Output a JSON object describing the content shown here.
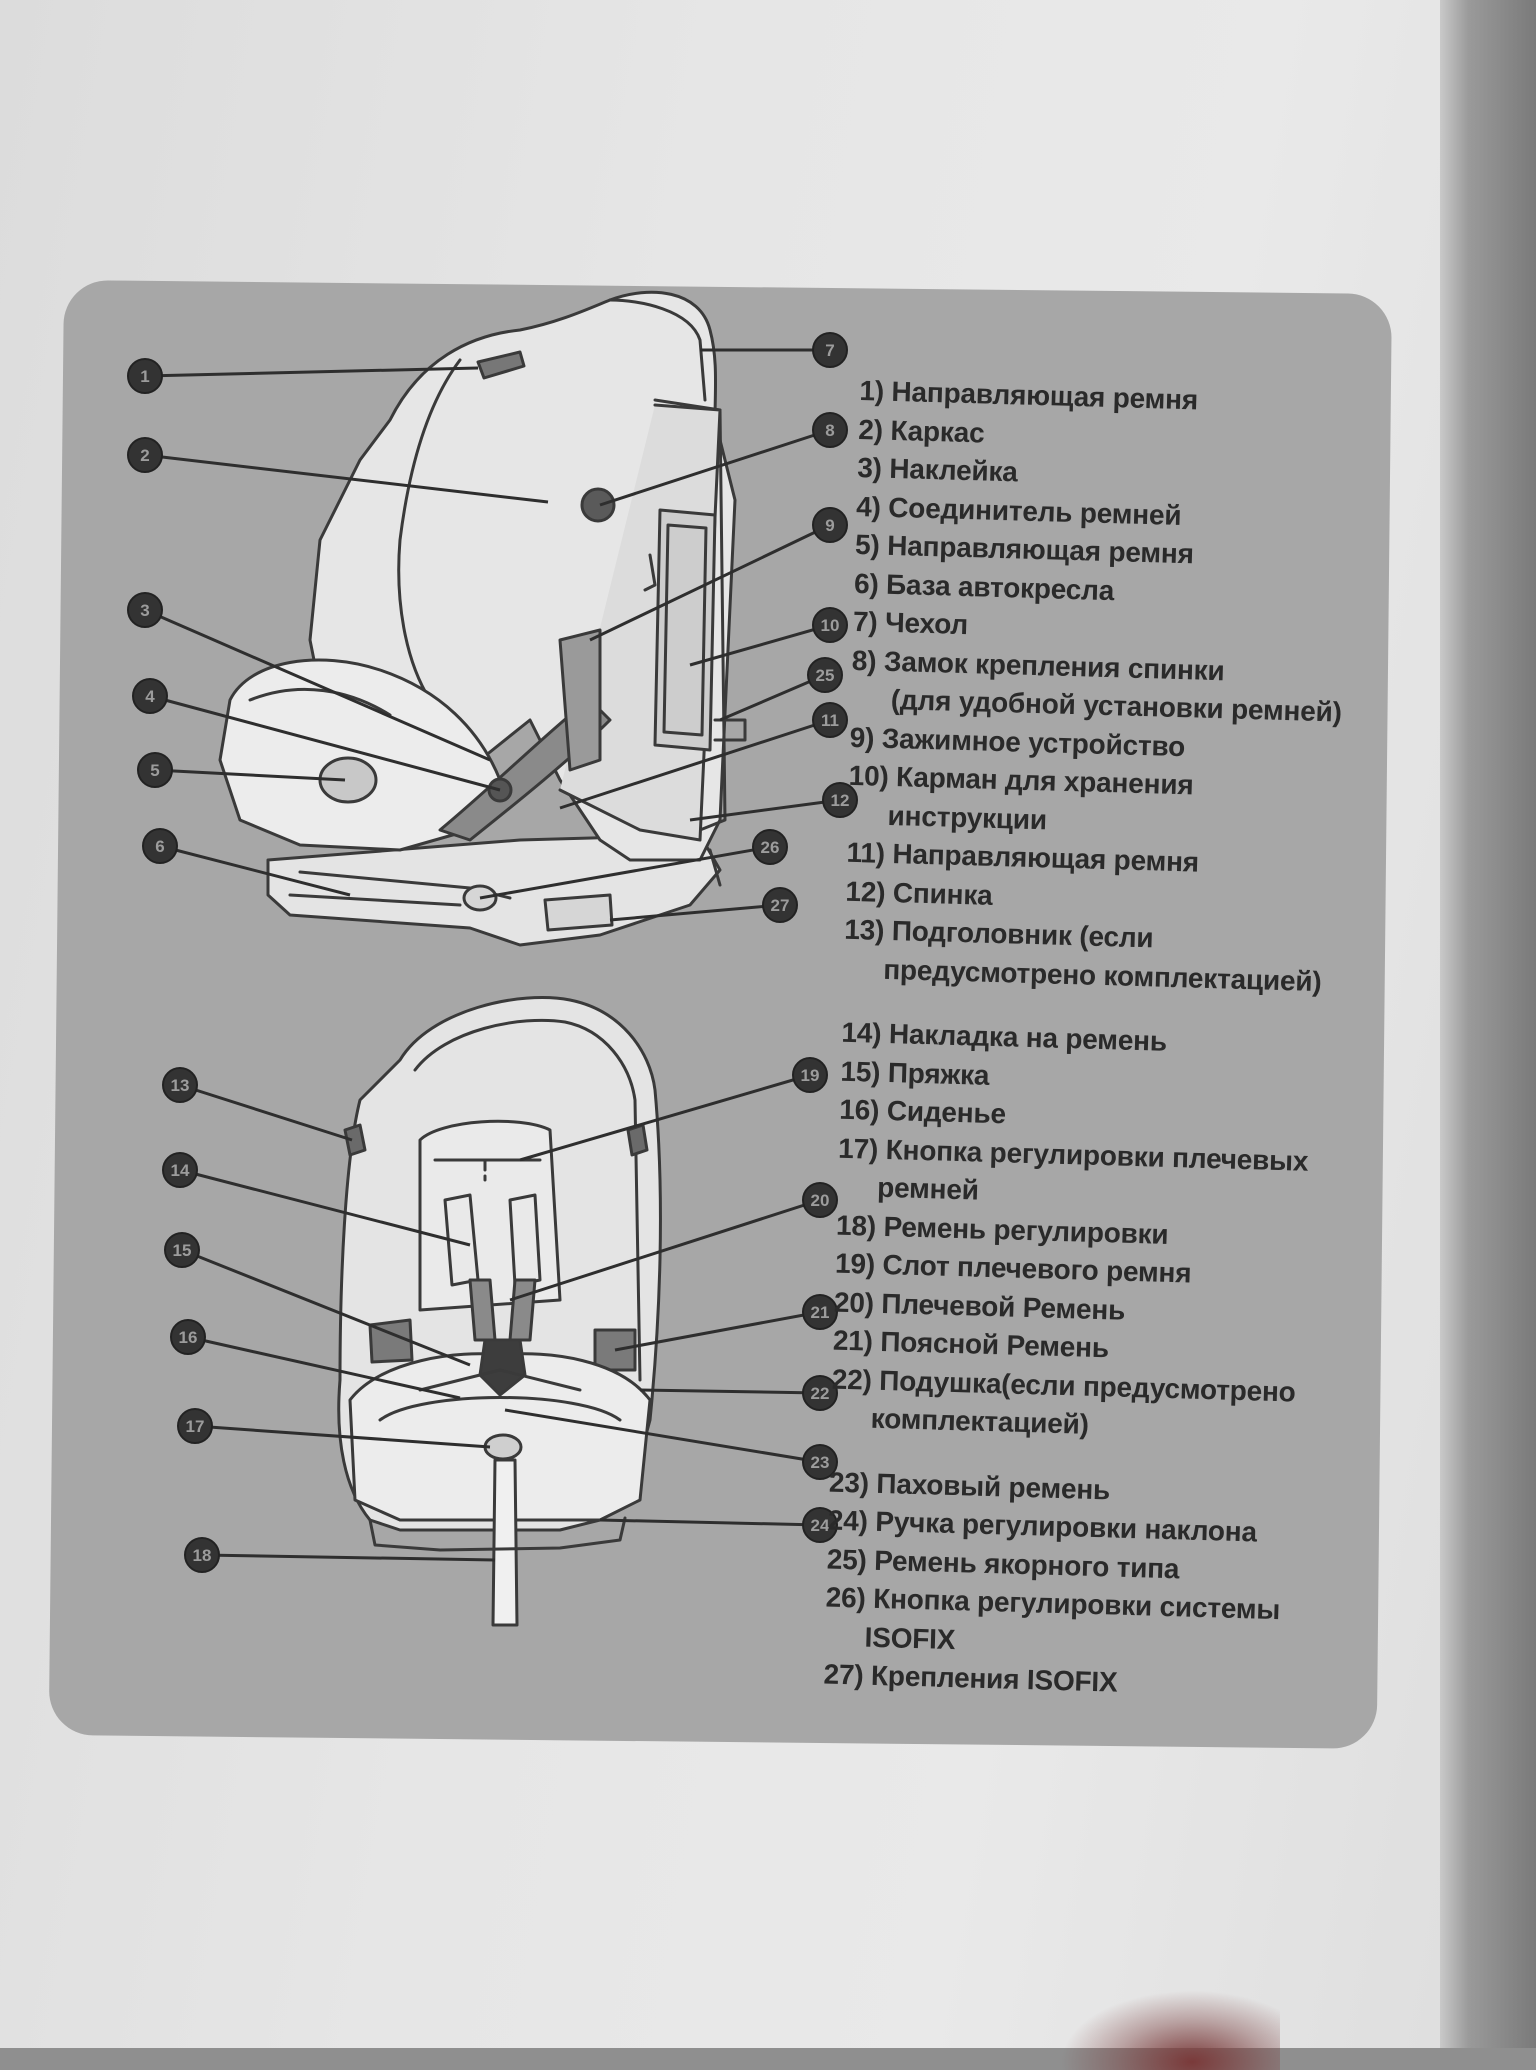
{
  "figure": {
    "callouts_top": [
      "1",
      "2",
      "3",
      "4",
      "5",
      "6",
      "7",
      "8",
      "9",
      "10",
      "25",
      "11",
      "12",
      "26",
      "27"
    ],
    "callouts_bottom": [
      "13",
      "14",
      "15",
      "16",
      "17",
      "18",
      "19",
      "20",
      "21",
      "22",
      "23",
      "24"
    ]
  },
  "legend": {
    "items": [
      {
        "line": "1) Направляющая ремня"
      },
      {
        "line": "2) Каркас"
      },
      {
        "line": "3) Наклейка"
      },
      {
        "line": "4) Соединитель ремней"
      },
      {
        "line": "5) Направляющая ремня"
      },
      {
        "line": "6) База автокресла"
      },
      {
        "line": "7) Чехол"
      },
      {
        "line": "8) Замок крепления спинки",
        "cont": "(для удобной установки ремней)"
      },
      {
        "line": "9) Зажимное устройство"
      },
      {
        "line": "10) Карман для хранения",
        "cont": "инструкции"
      },
      {
        "line": "11) Направляющая ремня"
      },
      {
        "line": "12) Спинка"
      },
      {
        "line": "13) Подголовник (если",
        "cont": "предусмотрено комплектацией)"
      },
      {
        "line": "14) Накладка на ремень"
      },
      {
        "line": "15) Пряжка"
      },
      {
        "line": "16) Сиденье"
      },
      {
        "line": "17) Кнопка регулировки плечевых",
        "cont": "ремней"
      },
      {
        "line": "18) Ремень регулировки"
      },
      {
        "line": "19) Слот плечевого ремня"
      },
      {
        "line": "20) Плечевой Ремень"
      },
      {
        "line": "21) Поясной Ремень"
      },
      {
        "line": "22) Подушка(если предусмотрено",
        "cont": "комплектацией)"
      },
      {
        "line": "23) Паховый ремень"
      },
      {
        "line": "24) Ручка регулировки наклона"
      },
      {
        "line": "25) Ремень якорного типа"
      },
      {
        "line": "26) Кнопка регулировки системы",
        "cont": "ISOFIX"
      },
      {
        "line": "27) Крепления ISOFIX"
      }
    ]
  }
}
